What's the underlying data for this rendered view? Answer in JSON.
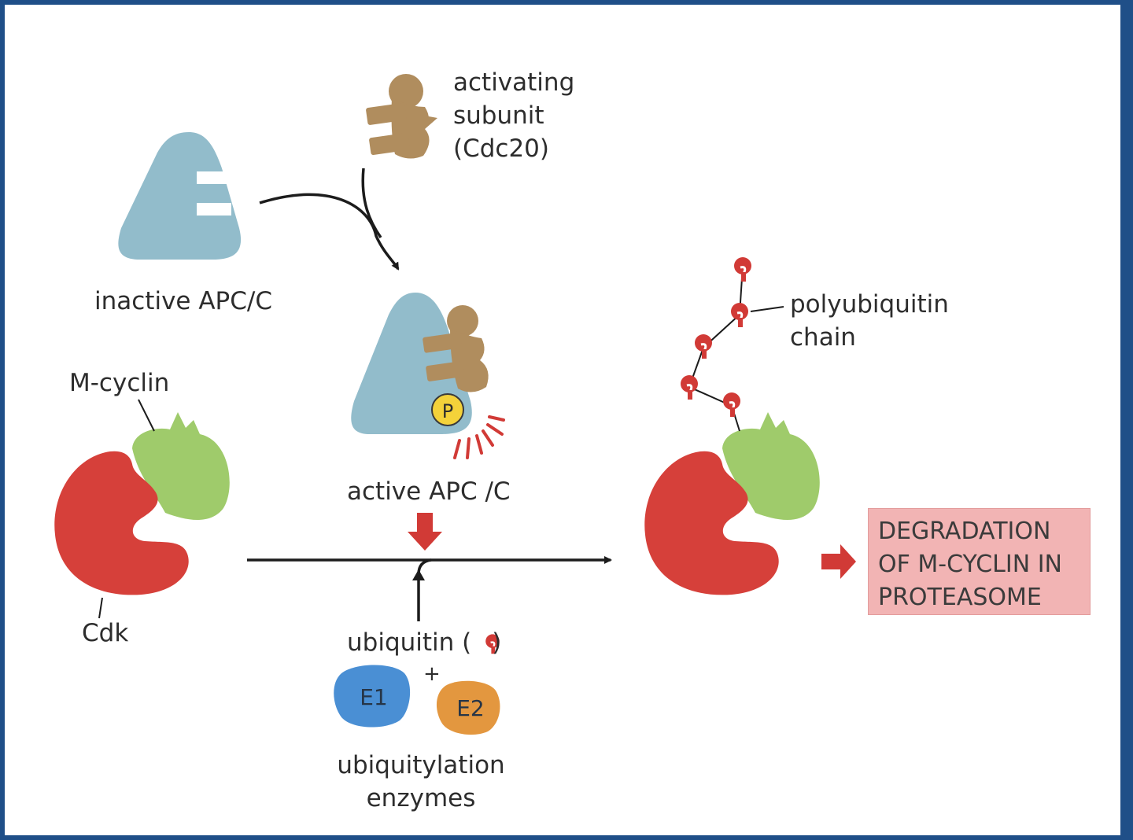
{
  "labels": {
    "activating_subunit": [
      "activating",
      "subunit",
      "(Cdc20)"
    ],
    "inactive_apc": "inactive APC/C",
    "active_apc": "active APC /C",
    "m_cyclin": "M-cyclin",
    "cdk": "Cdk",
    "polyubiquitin": [
      "polyubiquitin",
      "chain"
    ],
    "ubiquitin_prefix": "ubiquitin (",
    "ubiquitin_suffix": ")",
    "plus": "+",
    "e1": "E1",
    "e2": "E2",
    "ubiquitylation_enzymes": [
      "ubiquitylation",
      "enzymes"
    ],
    "phosphate": "P",
    "degradation": [
      "DEGRADATION",
      "OF M-CYCLIN IN",
      "PROTEASOME"
    ]
  },
  "colors": {
    "frame": "#1f4f88",
    "apc": "#92bccb",
    "cdc20": "#b08d5e",
    "cyclin": "#9fcb6b",
    "cdk": "#d6403a",
    "ubiquitin": "#d13a36",
    "phosphate": "#f4d23a",
    "e1": "#4a8fd4",
    "e2": "#e3973f",
    "degradation_box": "#f2b4b4",
    "arrow": "#1c1c1c"
  }
}
